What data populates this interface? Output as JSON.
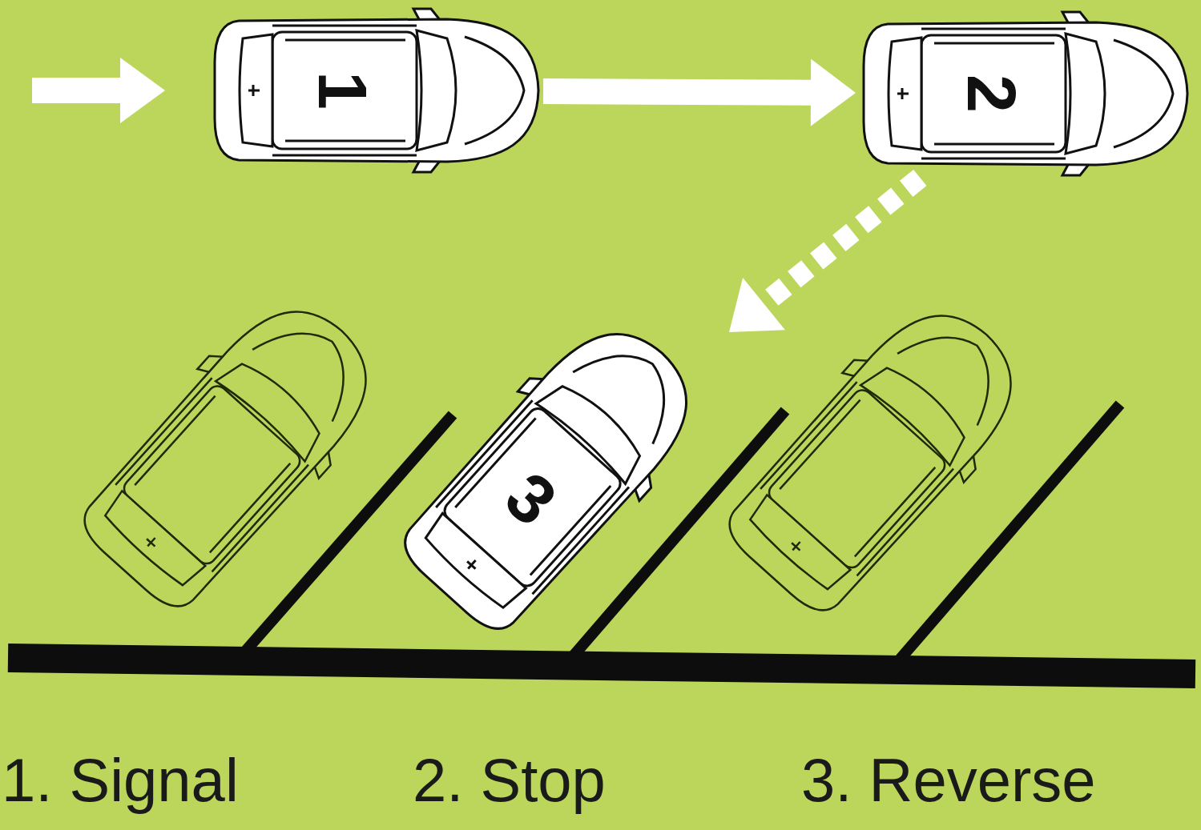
{
  "diagram": {
    "nodes": [
      {
        "text": [
          "1"
        ]
      },
      {
        "text": [
          "2"
        ]
      },
      {
        "text": [
          "3"
        ]
      }
    ],
    "edges": [
      {
        "from": 0,
        "to": 1,
        "arrow": "to"
      },
      {
        "from": 1,
        "to": 2,
        "arrow": "to"
      }
    ],
    "labels": [
      "1. Signal",
      "2. Stop",
      "3. Reverse"
    ]
  }
}
